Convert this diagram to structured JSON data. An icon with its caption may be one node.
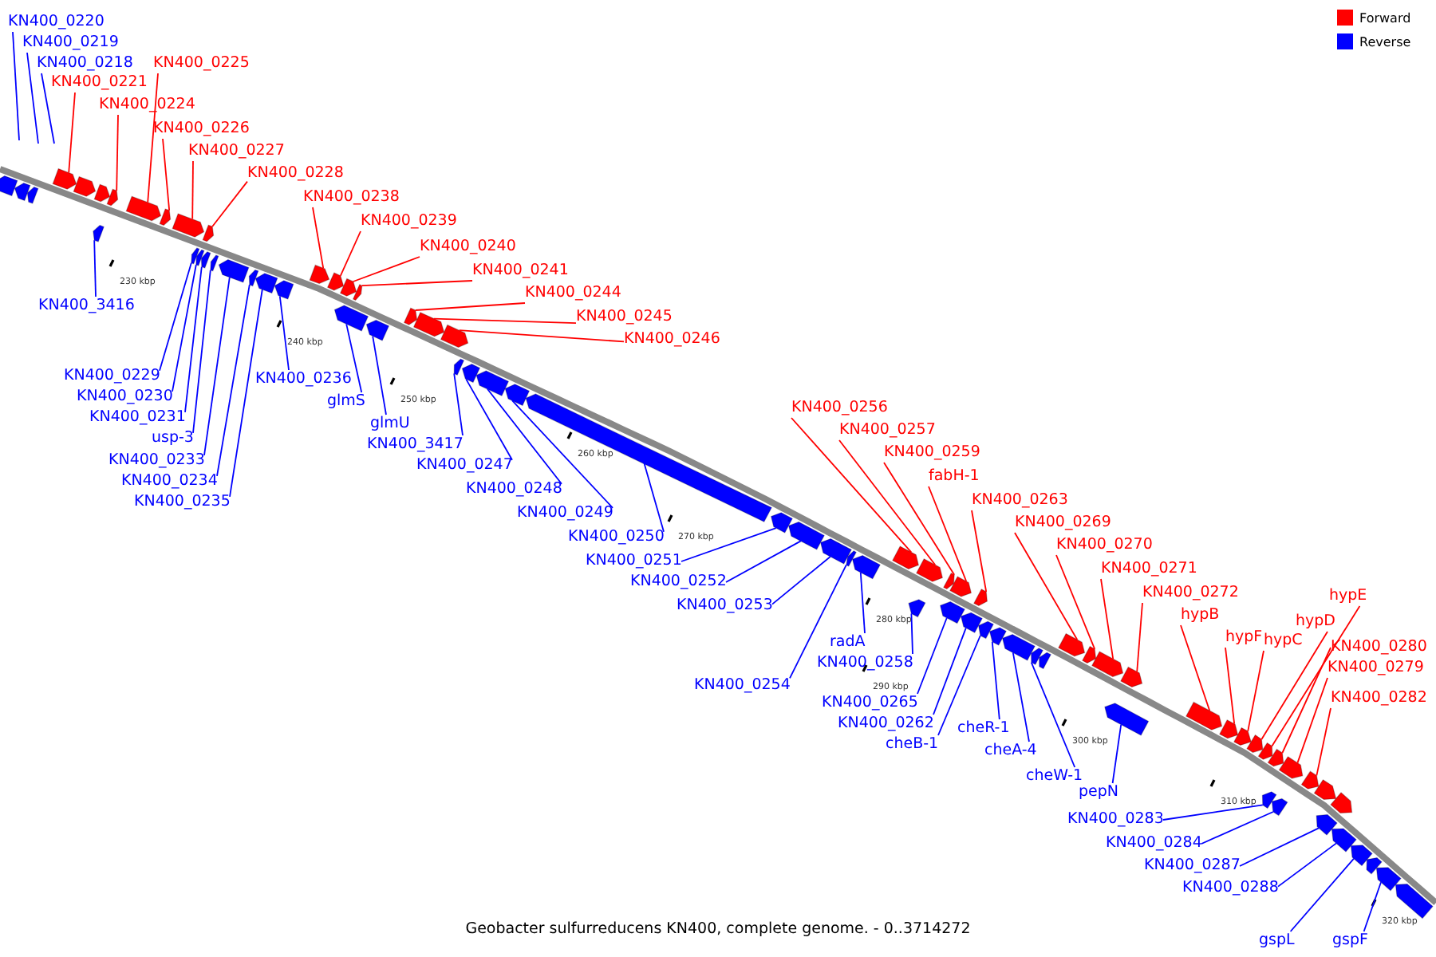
{
  "diagram": {
    "caption": "Geobacter sulfurreducens KN400, complete genome. - 0..3714272",
    "nodes": [
      {
        "text": [
          "KN400_0220"
        ]
      },
      {
        "text": [
          "KN400_0219"
        ]
      },
      {
        "text": [
          "KN400_0218"
        ]
      },
      {
        "text": [
          "KN400_0221"
        ]
      },
      {
        "text": [
          "KN400_0225"
        ]
      },
      {
        "text": [
          "KN400_0224"
        ]
      },
      {
        "text": [
          "KN400_0226"
        ]
      },
      {
        "text": [
          "KN400_0227"
        ]
      },
      {
        "text": [
          "KN400_0228"
        ]
      },
      {
        "text": [
          "KN400_0238"
        ]
      },
      {
        "text": [
          "KN400_0239"
        ]
      },
      {
        "text": [
          "KN400_0240"
        ]
      },
      {
        "text": [
          "KN400_0241"
        ]
      },
      {
        "text": [
          "KN400_0244"
        ]
      },
      {
        "text": [
          "KN400_0245"
        ]
      },
      {
        "text": [
          "KN400_0246"
        ]
      },
      {
        "text": [
          "KN400_3416"
        ]
      },
      {
        "text": [
          "KN400_0229"
        ]
      },
      {
        "text": [
          "KN400_0230"
        ]
      },
      {
        "text": [
          "KN400_0231"
        ]
      },
      {
        "text": [
          "usp-3"
        ]
      },
      {
        "text": [
          "KN400_0233"
        ]
      },
      {
        "text": [
          "KN400_0234"
        ]
      },
      {
        "text": [
          "KN400_0235"
        ]
      },
      {
        "text": [
          "KN400_0236"
        ]
      },
      {
        "text": [
          "glmS"
        ]
      },
      {
        "text": [
          "glmU"
        ]
      },
      {
        "text": [
          "KN400_3417"
        ]
      },
      {
        "text": [
          "KN400_0247"
        ]
      },
      {
        "text": [
          "KN400_0248"
        ]
      },
      {
        "text": [
          "KN400_0249"
        ]
      },
      {
        "text": [
          "KN400_0250"
        ]
      },
      {
        "text": [
          "KN400_0251"
        ]
      },
      {
        "text": [
          "KN400_0252"
        ]
      },
      {
        "text": [
          "KN400_0253"
        ]
      },
      {
        "text": [
          "radA"
        ]
      },
      {
        "text": [
          "KN400_0254"
        ]
      },
      {
        "text": [
          "KN400_0258"
        ]
      },
      {
        "text": [
          "KN400_0265"
        ]
      },
      {
        "text": [
          "KN400_0262"
        ]
      },
      {
        "text": [
          "cheB-1"
        ]
      },
      {
        "text": [
          "cheR-1"
        ]
      },
      {
        "text": [
          "cheA-4"
        ]
      },
      {
        "text": [
          "cheW-1"
        ]
      },
      {
        "text": [
          "pepN"
        ]
      },
      {
        "text": [
          "KN400_0283"
        ]
      },
      {
        "text": [
          "KN400_0284"
        ]
      },
      {
        "text": [
          "KN400_0287"
        ]
      },
      {
        "text": [
          "KN400_0288"
        ]
      },
      {
        "text": [
          "gspL"
        ]
      },
      {
        "text": [
          "gspF"
        ]
      },
      {
        "text": [
          "KN400_0256"
        ]
      },
      {
        "text": [
          "KN400_0257"
        ]
      },
      {
        "text": [
          "KN400_0259"
        ]
      },
      {
        "text": [
          "fabH-1"
        ]
      },
      {
        "text": [
          "KN400_0263"
        ]
      },
      {
        "text": [
          "KN400_0269"
        ]
      },
      {
        "text": [
          "KN400_0270"
        ]
      },
      {
        "text": [
          "KN400_0271"
        ]
      },
      {
        "text": [
          "KN400_0272"
        ]
      },
      {
        "text": [
          "hypB"
        ]
      },
      {
        "text": [
          "hypF"
        ]
      },
      {
        "text": [
          "hypC"
        ]
      },
      {
        "text": [
          "hypD"
        ]
      },
      {
        "text": [
          "hypE"
        ]
      },
      {
        "text": [
          "KN400_0280"
        ]
      },
      {
        "text": [
          "KN400_0279"
        ]
      },
      {
        "text": [
          "KN400_0282"
        ]
      },
      {
        "text": [],
        "shape": "arrow"
      },
      {
        "text": [],
        "shape": "arrow"
      },
      {
        "text": [],
        "shape": "arrow"
      },
      {
        "text": [],
        "shape": "arrow"
      },
      {
        "text": [],
        "shape": "arrow"
      },
      {
        "text": [],
        "shape": "arrow"
      },
      {
        "text": [],
        "shape": "arrow"
      },
      {
        "text": [],
        "shape": "arrow"
      },
      {
        "text": [],
        "shape": "arrow"
      },
      {
        "text": [],
        "shape": "arrow"
      },
      {
        "text": [],
        "shape": "arrow"
      },
      {
        "text": [],
        "shape": "arrow"
      },
      {
        "text": [],
        "shape": "arrow"
      },
      {
        "text": [],
        "shape": "arrow"
      },
      {
        "text": [],
        "shape": "arrow"
      },
      {
        "text": [],
        "shape": "arrow"
      },
      {
        "text": [],
        "shape": "arrow"
      },
      {
        "text": [],
        "shape": "arrow"
      },
      {
        "text": [],
        "shape": "arrow"
      },
      {
        "text": [],
        "shape": "arrow"
      },
      {
        "text": [],
        "shape": "arrow"
      },
      {
        "text": [],
        "shape": "arrow"
      },
      {
        "text": [],
        "shape": "arrow"
      },
      {
        "text": [],
        "shape": "arrow"
      },
      {
        "text": [],
        "shape": "arrow"
      },
      {
        "text": [],
        "shape": "arrow"
      },
      {
        "text": [],
        "shape": "arrow"
      },
      {
        "text": [],
        "shape": "arrow"
      },
      {
        "text": [],
        "shape": "arrow"
      },
      {
        "text": [],
        "shape": "arrow"
      },
      {
        "text": [],
        "shape": "arrow"
      },
      {
        "text": [],
        "shape": "arrow"
      },
      {
        "text": [],
        "shape": "arrow"
      },
      {
        "text": [],
        "shape": "arrow"
      },
      {
        "text": [],
        "shape": "arrow"
      },
      {
        "text": [],
        "shape": "arrow"
      },
      {
        "text": [],
        "shape": "arrow"
      },
      {
        "text": [],
        "shape": "arrow"
      },
      {
        "text": [],
        "shape": "arrow"
      },
      {
        "text": [],
        "shape": "arrow"
      },
      {
        "text": [],
        "shape": "arrow"
      },
      {
        "text": [],
        "shape": "arrow"
      },
      {
        "text": [],
        "shape": "arrow"
      },
      {
        "text": [],
        "shape": "arrow"
      },
      {
        "text": [],
        "shape": "arrow"
      },
      {
        "text": [],
        "shape": "arrow"
      },
      {
        "text": [],
        "shape": "arrow"
      },
      {
        "text": [],
        "shape": "arrow"
      },
      {
        "text": [],
        "shape": "arrow"
      },
      {
        "text": [],
        "shape": "arrow"
      },
      {
        "text": [],
        "shape": "arrow"
      },
      {
        "text": [],
        "shape": "arrow"
      },
      {
        "text": [],
        "shape": "arrow"
      },
      {
        "text": [],
        "shape": "arrow"
      },
      {
        "text": [],
        "shape": "arrow"
      },
      {
        "text": [],
        "shape": "arrow"
      },
      {
        "text": [],
        "shape": "arrow"
      },
      {
        "text": [],
        "shape": "arrow"
      },
      {
        "text": [],
        "shape": "arrow"
      },
      {
        "text": [],
        "shape": "arrow"
      },
      {
        "text": [],
        "shape": "arrow"
      },
      {
        "text": [],
        "shape": "arrow"
      },
      {
        "text": [],
        "shape": "arrow"
      },
      {
        "text": [],
        "shape": "arrow"
      },
      {
        "text": [],
        "shape": "arrow"
      },
      {
        "text": [],
        "shape": "arrow"
      },
      {
        "text": [],
        "shape": "arrow"
      },
      {
        "text": [],
        "shape": "arrow"
      },
      {
        "text": [],
        "shape": "arrow"
      },
      {
        "text": [],
        "shape": "arrow"
      },
      {
        "text": [],
        "shape": "arrow"
      },
      {
        "text": [],
        "shape": "arrow"
      },
      {
        "text": [],
        "shape": "arrow"
      },
      {
        "text": [],
        "shape": "arrow"
      },
      {
        "text": [],
        "shape": "arrow"
      }
    ],
    "edges": [
      {
        "from": 0,
        "to": null,
        "arrow": "none"
      },
      {
        "from": 1,
        "to": null,
        "arrow": "none"
      },
      {
        "from": 2,
        "to": null,
        "arrow": "none"
      },
      {
        "from": 3,
        "to": 68,
        "arrow": "none",
        "color": "#ff0000"
      },
      {
        "from": 4,
        "to": 71,
        "arrow": "none",
        "color": "#ff0000"
      },
      {
        "from": 5,
        "to": 70,
        "arrow": "none",
        "color": "#ff0000"
      },
      {
        "from": 6,
        "to": 72,
        "arrow": "none",
        "color": "#ff0000"
      },
      {
        "from": 7,
        "to": 73,
        "arrow": "none",
        "color": "#ff0000"
      },
      {
        "from": 8,
        "to": 76,
        "arrow": "none",
        "color": "#ff0000"
      },
      {
        "from": 9,
        "to": 83,
        "arrow": "none",
        "color": "#ff0000"
      },
      {
        "from": 10,
        "to": 84,
        "arrow": "none",
        "color": "#ff0000"
      },
      {
        "from": 11,
        "to": 85,
        "arrow": "none",
        "color": "#ff0000"
      },
      {
        "from": 12,
        "to": 87,
        "arrow": "none",
        "color": "#ff0000"
      },
      {
        "from": 13,
        "to": 89,
        "arrow": "none",
        "color": "#ff0000"
      },
      {
        "from": 14,
        "to": 90,
        "arrow": "none",
        "color": "#ff0000"
      },
      {
        "from": 15,
        "to": 91,
        "arrow": "none",
        "color": "#ff0000"
      },
      {
        "from": 16,
        "to": 69,
        "arrow": "none"
      },
      {
        "from": 17,
        "to": 74,
        "arrow": "none"
      },
      {
        "from": 18,
        "to": 75,
        "arrow": "none"
      },
      {
        "from": 19,
        "to": 77,
        "arrow": "none"
      },
      {
        "from": 20,
        "to": 78,
        "arrow": "none"
      },
      {
        "from": 21,
        "to": 79,
        "arrow": "none"
      },
      {
        "from": 22,
        "to": 80,
        "arrow": "none"
      },
      {
        "from": 23,
        "to": 81,
        "arrow": "none"
      },
      {
        "from": 24,
        "to": 82,
        "arrow": "none"
      },
      {
        "from": 25,
        "to": 86,
        "arrow": "none"
      },
      {
        "from": 26,
        "to": 88,
        "arrow": "none"
      },
      {
        "from": 27,
        "to": 92,
        "arrow": "none"
      },
      {
        "from": 28,
        "to": 93,
        "arrow": "none"
      },
      {
        "from": 29,
        "to": 94,
        "arrow": "none"
      },
      {
        "from": 30,
        "to": 95,
        "arrow": "none"
      },
      {
        "from": 31,
        "to": 96,
        "arrow": "none"
      },
      {
        "from": 32,
        "to": 97,
        "arrow": "none"
      },
      {
        "from": 33,
        "to": 98,
        "arrow": "none"
      },
      {
        "from": 34,
        "to": 99,
        "arrow": "none"
      },
      {
        "from": 35,
        "to": 101,
        "arrow": "none"
      },
      {
        "from": 36,
        "to": 100,
        "arrow": "none"
      },
      {
        "from": 37,
        "to": 104,
        "arrow": "none"
      },
      {
        "from": 38,
        "to": 106,
        "arrow": "none"
      },
      {
        "from": 39,
        "to": 108,
        "arrow": "none"
      },
      {
        "from": 40,
        "to": 110,
        "arrow": "none"
      },
      {
        "from": 41,
        "to": 111,
        "arrow": "none"
      },
      {
        "from": 42,
        "to": 112,
        "arrow": "none"
      },
      {
        "from": 43,
        "to": 113,
        "arrow": "none"
      },
      {
        "from": 44,
        "to": 117,
        "arrow": "none"
      },
      {
        "from": 45,
        "to": 125,
        "arrow": "none"
      },
      {
        "from": 46,
        "to": 127,
        "arrow": "none"
      },
      {
        "from": 47,
        "to": 129,
        "arrow": "none"
      },
      {
        "from": 48,
        "to": 130,
        "arrow": "none"
      },
      {
        "from": 49,
        "to": 131,
        "arrow": "none"
      },
      {
        "from": 50,
        "to": 132,
        "arrow": "none"
      },
      {
        "from": 51,
        "to": 102,
        "arrow": "none",
        "color": "#ff0000"
      },
      {
        "from": 52,
        "to": 103,
        "arrow": "none",
        "color": "#ff0000"
      },
      {
        "from": 53,
        "to": 105,
        "arrow": "none",
        "color": "#ff0000"
      },
      {
        "from": 54,
        "to": 107,
        "arrow": "none",
        "color": "#ff0000"
      },
      {
        "from": 55,
        "to": 109,
        "arrow": "none",
        "color": "#ff0000"
      },
      {
        "from": 56,
        "to": 114,
        "arrow": "none",
        "color": "#ff0000"
      },
      {
        "from": 57,
        "to": 115,
        "arrow": "none",
        "color": "#ff0000"
      },
      {
        "from": 58,
        "to": 116,
        "arrow": "none",
        "color": "#ff0000"
      },
      {
        "from": 59,
        "to": 118,
        "arrow": "none",
        "color": "#ff0000"
      },
      {
        "from": 60,
        "to": 119,
        "arrow": "none",
        "color": "#ff0000"
      },
      {
        "from": 61,
        "to": 120,
        "arrow": "none",
        "color": "#ff0000"
      },
      {
        "from": 62,
        "to": 121,
        "arrow": "none",
        "color": "#ff0000"
      },
      {
        "from": 63,
        "to": 122,
        "arrow": "none",
        "color": "#ff0000"
      },
      {
        "from": 64,
        "to": 123,
        "arrow": "none",
        "color": "#ff0000"
      },
      {
        "from": 65,
        "to": 124,
        "arrow": "none",
        "color": "#ff0000"
      },
      {
        "from": 66,
        "to": 126,
        "arrow": "none",
        "color": "#ff0000"
      },
      {
        "from": 67,
        "to": 128,
        "arrow": "none",
        "color": "#ff0000"
      }
    ],
    "labels": [
      "230 kbp",
      "240 kbp",
      "250 kbp",
      "260 kbp",
      "270 kbp",
      "280 kbp",
      "290 kbp",
      "300 kbp",
      "310 kbp",
      "320 kbp"
    ],
    "legend": [
      {
        "text": "Forward",
        "color": "#ff0000"
      },
      {
        "text": "Reverse",
        "color": "#0000ff"
      }
    ]
  }
}
